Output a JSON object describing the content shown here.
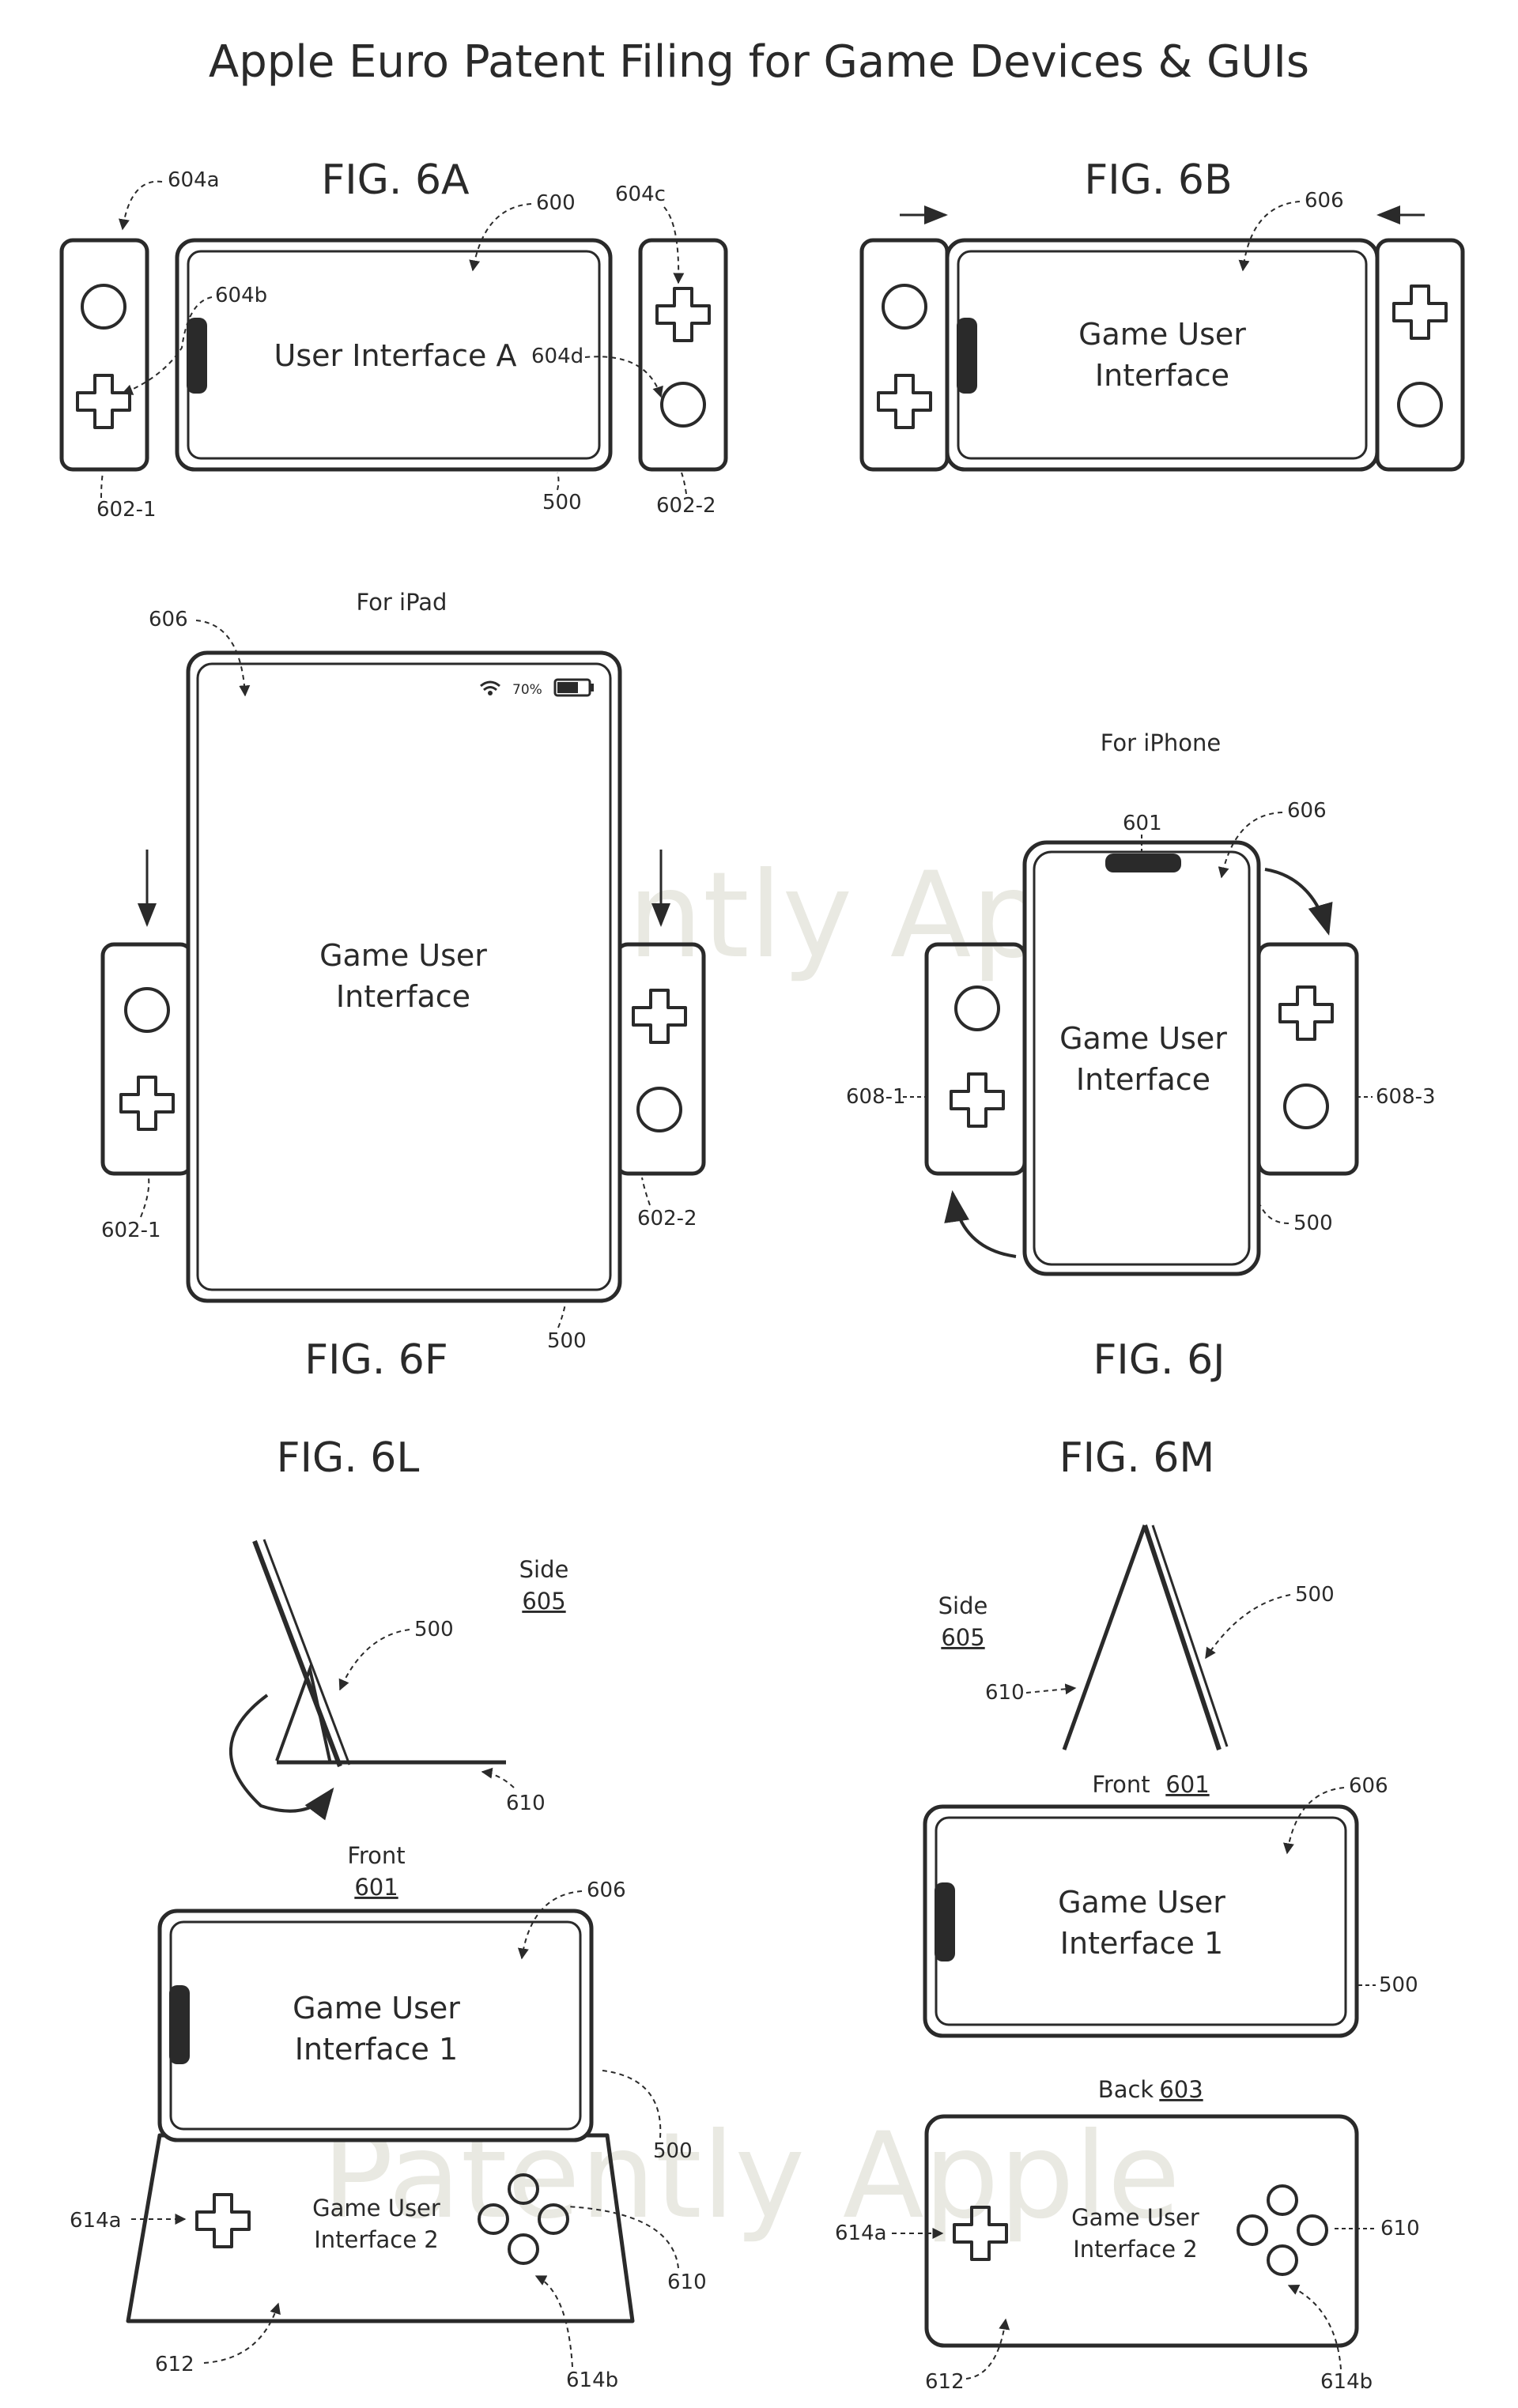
{
  "title": "Apple Euro Patent Filing for Game Devices & GUIs",
  "watermark": "Patently Apple",
  "figures": {
    "fig6a": {
      "label": "FIG. 6A",
      "screen_text": "User Interface A",
      "refs": {
        "r604a": "604a",
        "r600": "600",
        "r604c": "604c",
        "r604b": "604b",
        "r604d": "604d",
        "r6021": "602-1",
        "r500": "500",
        "r6022": "602-2"
      }
    },
    "fig6b": {
      "label": "FIG. 6B",
      "screen_line1": "Game User",
      "screen_line2": "Interface",
      "refs": {
        "r606": "606"
      }
    },
    "fig6f": {
      "label": "FIG. 6F",
      "caption": "For iPad",
      "screen_line1": "Game User",
      "screen_line2": "Interface",
      "battery": "70%",
      "refs": {
        "r606": "606",
        "r6021": "602-1",
        "r6022": "602-2",
        "r500": "500"
      }
    },
    "fig6j": {
      "label": "FIG. 6J",
      "caption": "For iPhone",
      "screen_line1": "Game User",
      "screen_line2": "Interface",
      "refs": {
        "r601": "601",
        "r606": "606",
        "r6081": "608-1",
        "r6083": "608-3",
        "r500": "500"
      }
    },
    "fig6l": {
      "label": "FIG. 6L",
      "side_label": "Side",
      "side_num": "605",
      "front_label": "Front",
      "front_num": "601",
      "ui1_line1": "Game User",
      "ui1_line2": "Interface 1",
      "ui2_line1": "Game User",
      "ui2_line2": "Interface 2",
      "refs": {
        "r500a": "500",
        "r610a": "610",
        "r606": "606",
        "r500b": "500",
        "r614a": "614a",
        "r610b": "610",
        "r612": "612",
        "r614b": "614b"
      }
    },
    "fig6m": {
      "label": "FIG. 6M",
      "side_label": "Side",
      "side_num": "605",
      "front_label": "Front",
      "front_num": "601",
      "back_label": "Back",
      "back_num": "603",
      "ui1_line1": "Game User",
      "ui1_line2": "Interface 1",
      "ui2_line1": "Game User",
      "ui2_line2": "Interface 2",
      "refs": {
        "r500a": "500",
        "r610a": "610",
        "r606": "606",
        "r500b": "500",
        "r614a": "614a",
        "r610b": "610",
        "r612": "612",
        "r614b": "614b"
      }
    }
  },
  "colors": {
    "ink": "#2a2a2a",
    "paper": "#ffffff",
    "watermark": "#e9e9e2"
  }
}
